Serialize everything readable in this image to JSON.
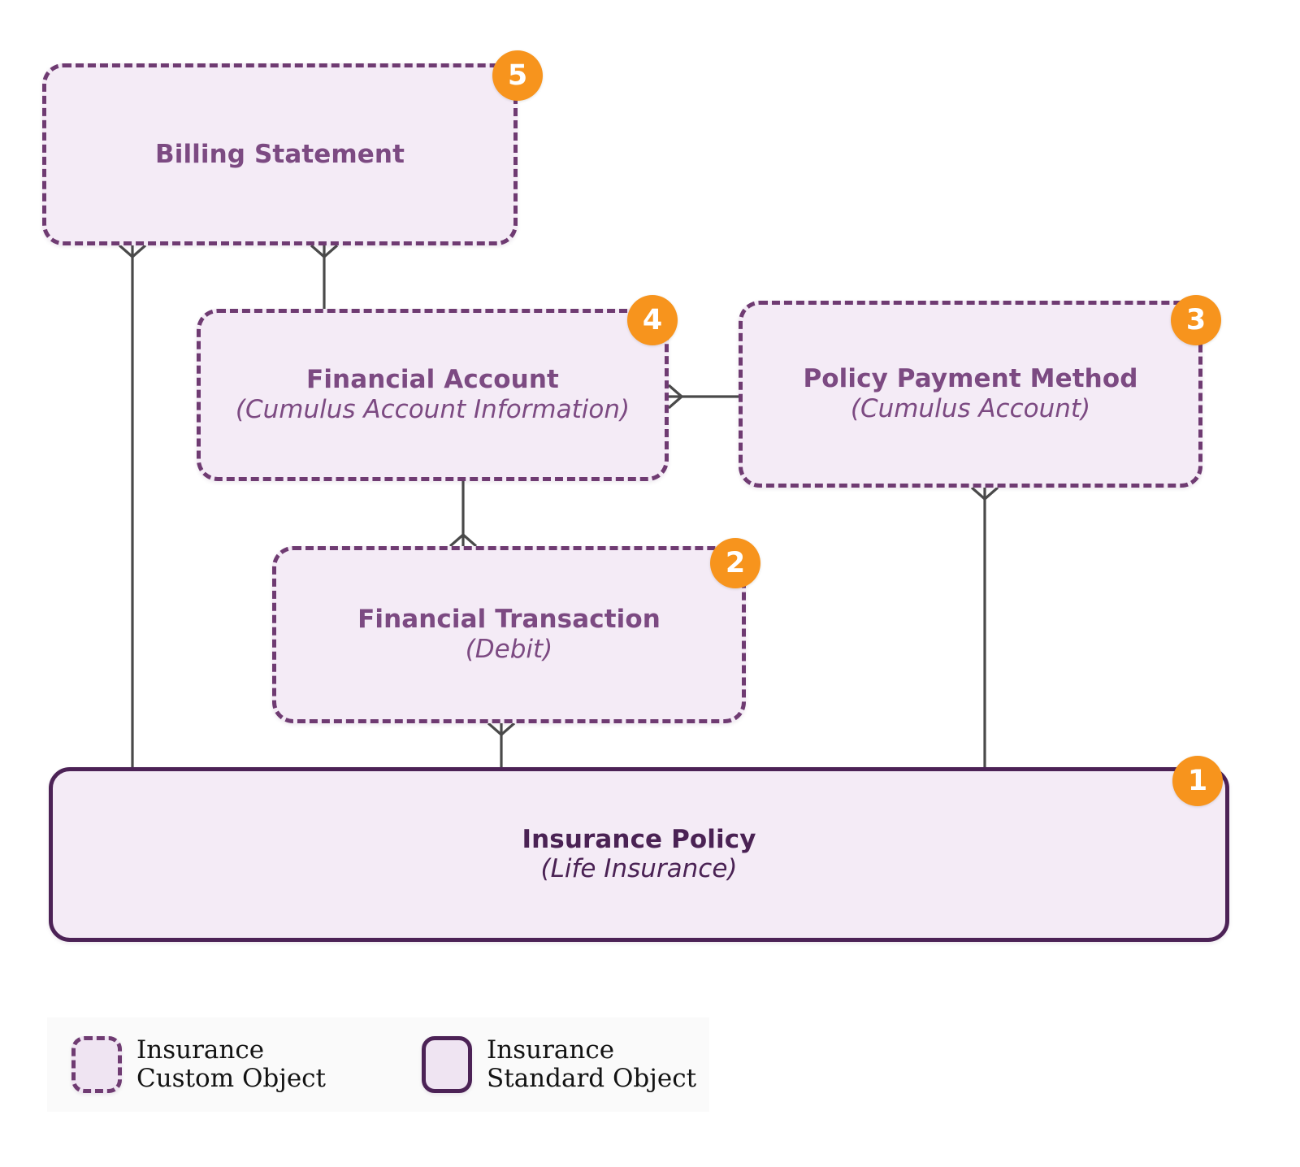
{
  "diagram": {
    "type": "entity-relationship",
    "colors": {
      "node_fill": "#f4ebf6",
      "custom_border": "#6f3b72",
      "standard_border": "#4c2256",
      "badge": "#f7941d",
      "badge_text": "#ffffff",
      "custom_text": "#7c4a82",
      "standard_text": "#4a2254",
      "connector": "#4a4a4a",
      "legend_panel": "#fafafa",
      "canvas": "#ffffff"
    },
    "nodes": [
      {
        "id": "insurance-policy",
        "badge": "1",
        "title": "Insurance Policy",
        "subtitle": "(Life Insurance)",
        "object_type": "Insurance Standard Object"
      },
      {
        "id": "financial-transaction",
        "badge": "2",
        "title": "Financial Transaction",
        "subtitle": "(Debit)",
        "object_type": "Insurance Custom Object"
      },
      {
        "id": "policy-payment-method",
        "badge": "3",
        "title": "Policy Payment Method",
        "subtitle": "(Cumulus Account)",
        "object_type": "Insurance Custom Object"
      },
      {
        "id": "financial-account",
        "badge": "4",
        "title": "Financial Account",
        "subtitle": "(Cumulus Account Information)",
        "object_type": "Insurance Custom Object"
      },
      {
        "id": "billing-statement",
        "badge": "5",
        "title": "Billing Statement",
        "subtitle": "",
        "object_type": "Insurance Custom Object"
      }
    ],
    "relationships": [
      {
        "from": "insurance-policy",
        "to": "billing-statement",
        "notation": "crows-foot",
        "many_at": "billing-statement"
      },
      {
        "from": "financial-account",
        "to": "billing-statement",
        "notation": "crows-foot",
        "many_at": "billing-statement"
      },
      {
        "from": "financial-transaction",
        "to": "financial-account",
        "notation": "crows-foot",
        "many_at": "financial-transaction"
      },
      {
        "from": "insurance-policy",
        "to": "financial-transaction",
        "notation": "crows-foot",
        "many_at": "financial-transaction"
      },
      {
        "from": "insurance-policy",
        "to": "policy-payment-method",
        "notation": "crows-foot",
        "many_at": "policy-payment-method"
      },
      {
        "from": "policy-payment-method",
        "to": "financial-account",
        "notation": "crows-foot",
        "many_at": "financial-account"
      }
    ]
  },
  "legend": {
    "items": [
      {
        "swatch": "dashed",
        "label": "Insurance\nCustom Object"
      },
      {
        "swatch": "solid",
        "label": "Insurance\nStandard Object"
      }
    ]
  }
}
